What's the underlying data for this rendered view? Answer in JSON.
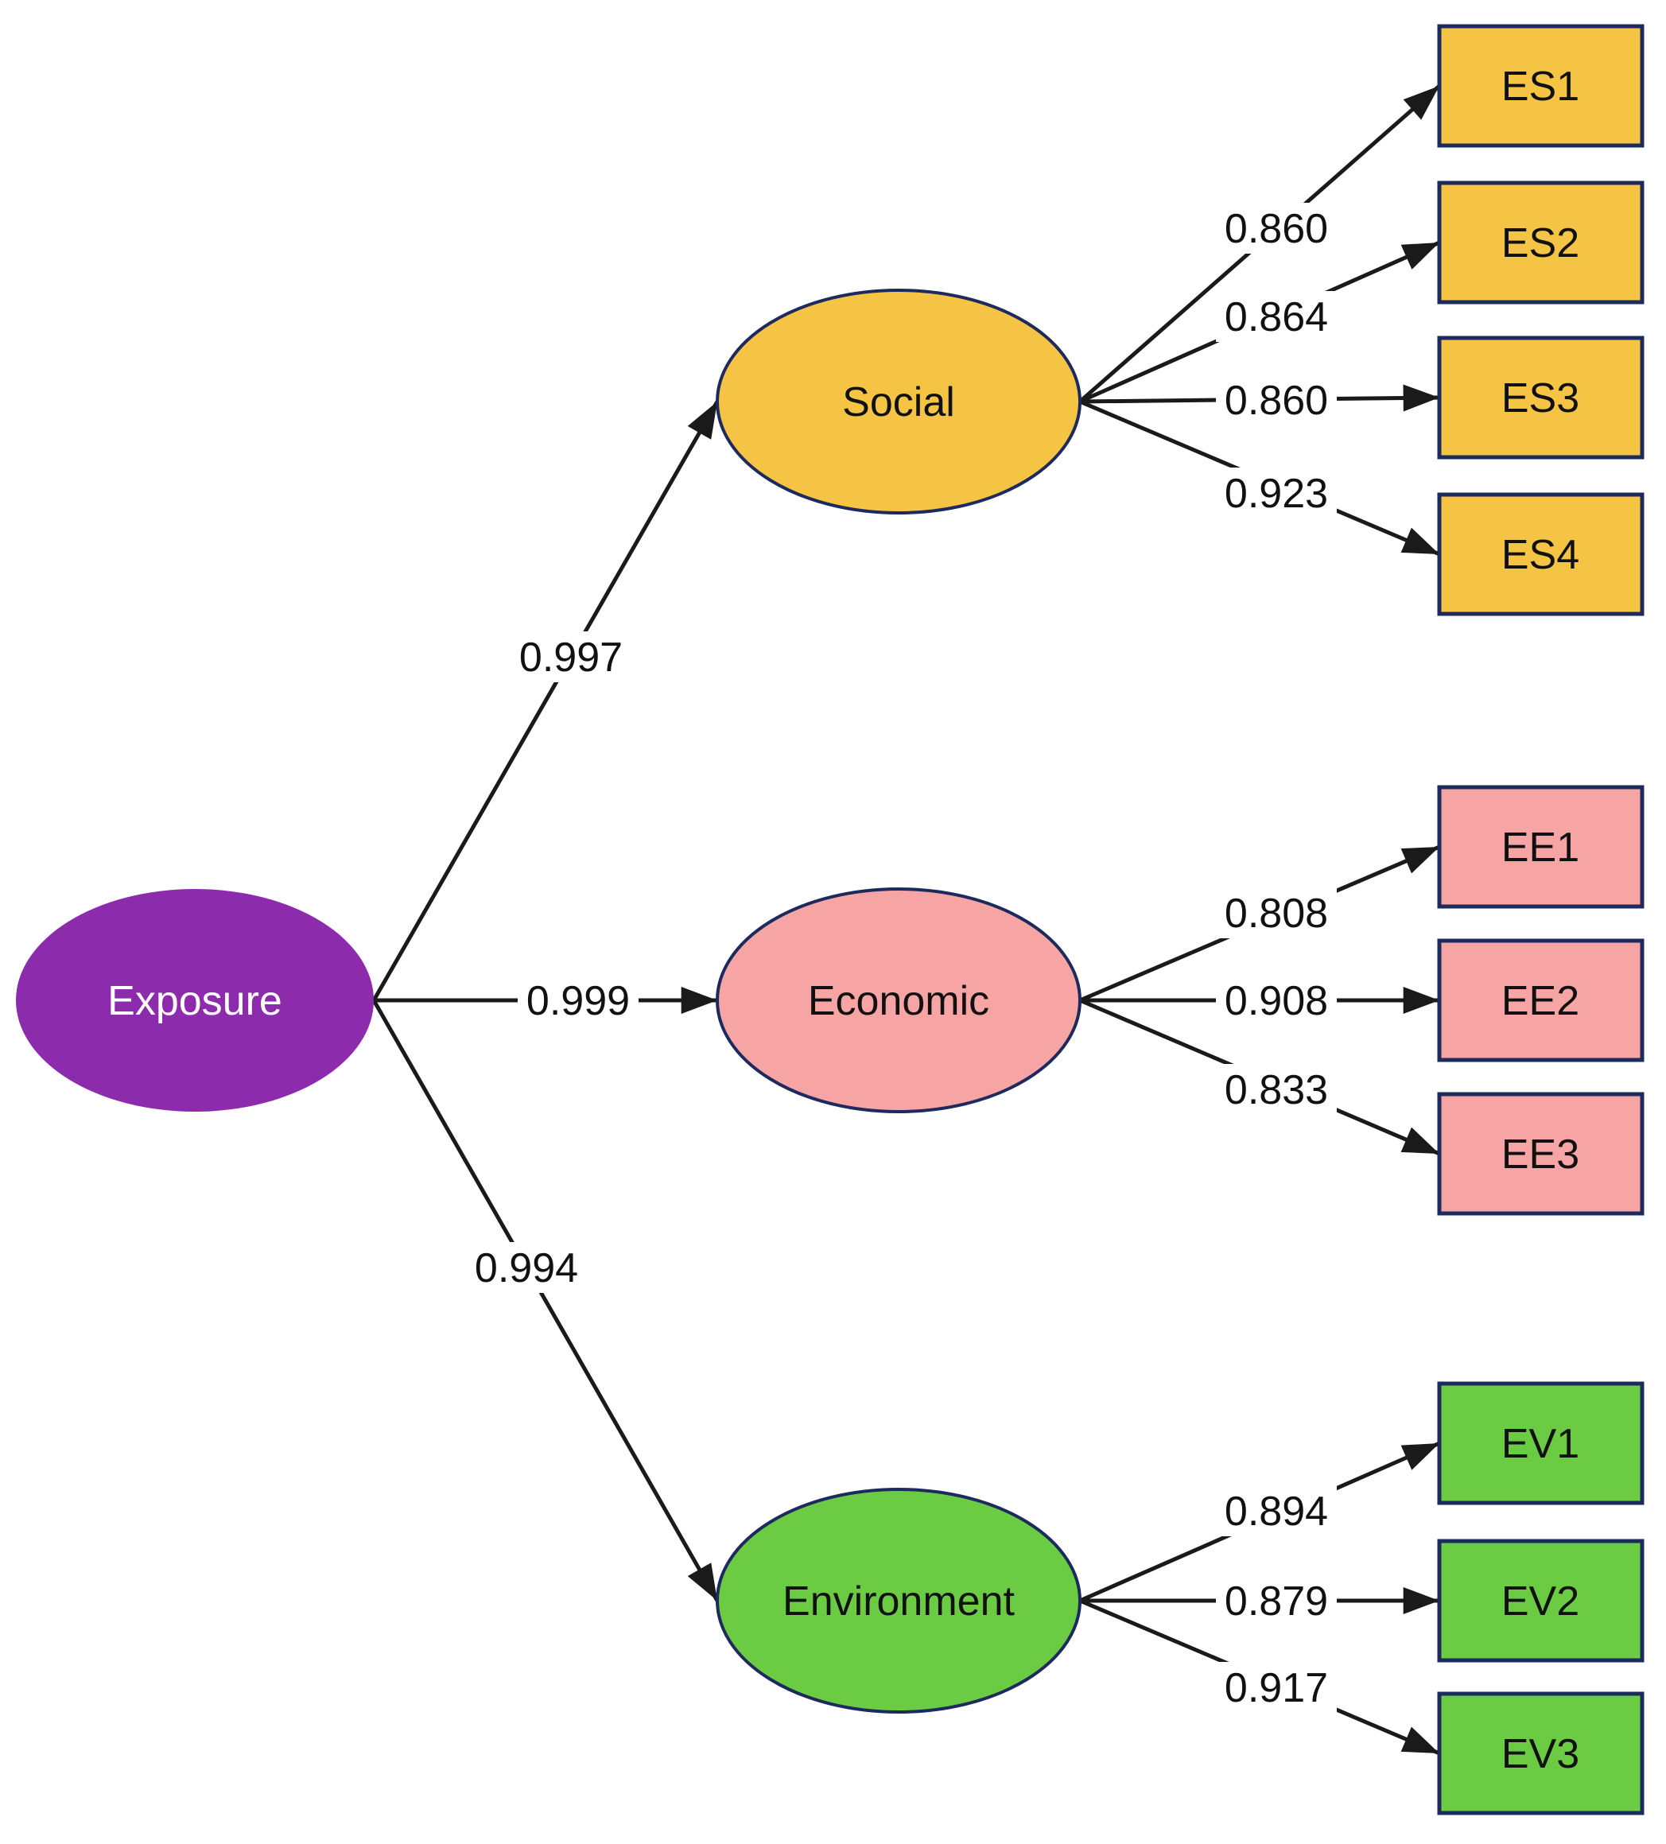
{
  "colors": {
    "exposure-fill": "#8D2BAD",
    "social-fill": "#F6C445",
    "economic-fill": "#F7A4A4",
    "environment-fill": "#6BCB43",
    "node-border": "#1C2A5E",
    "edge-color": "#1A1A1A",
    "label-color": "#111111",
    "exposure-text": "#FFFFFF",
    "background": "#FFFFFF"
  },
  "diagram": {
    "exposure": {
      "label": "Exposure"
    },
    "factors": [
      {
        "label": "Social",
        "path_coefficient": "0.997",
        "indicators": [
          {
            "label": "ES1",
            "loading": "0.860"
          },
          {
            "label": "ES2",
            "loading": "0.864"
          },
          {
            "label": "ES3",
            "loading": "0.860"
          },
          {
            "label": "ES4",
            "loading": "0.923"
          }
        ]
      },
      {
        "label": "Economic",
        "path_coefficient": "0.999",
        "indicators": [
          {
            "label": "EE1",
            "loading": "0.808"
          },
          {
            "label": "EE2",
            "loading": "0.908"
          },
          {
            "label": "EE3",
            "loading": "0.833"
          }
        ]
      },
      {
        "label": "Environment",
        "path_coefficient": "0.994",
        "indicators": [
          {
            "label": "EV1",
            "loading": "0.894"
          },
          {
            "label": "EV2",
            "loading": "0.879"
          },
          {
            "label": "EV3",
            "loading": "0.917"
          }
        ]
      }
    ]
  }
}
